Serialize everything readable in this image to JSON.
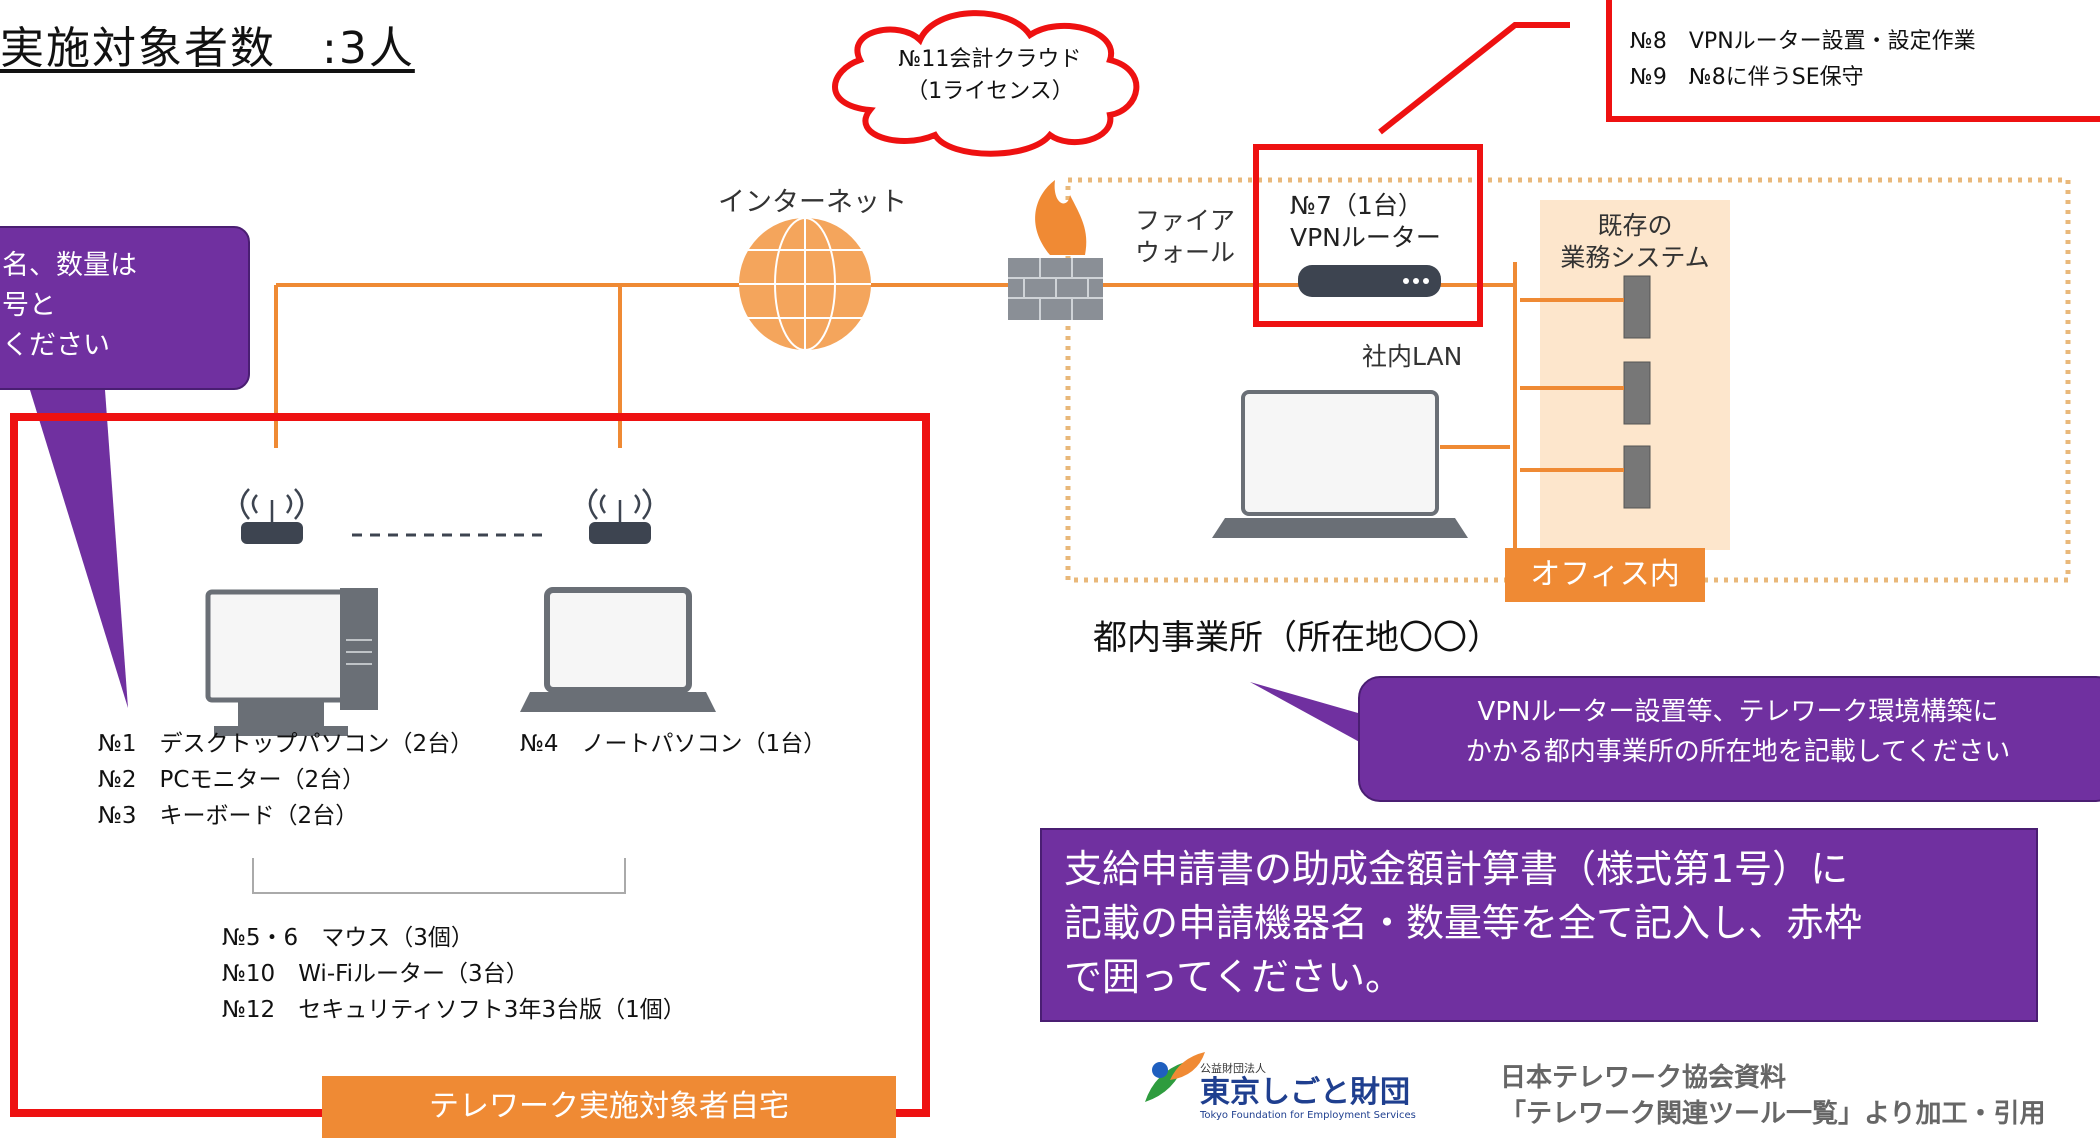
{
  "title": "実施対象者数　:3人",
  "cloud": {
    "line1": "№11会計クラウド",
    "line2": "（1ライセンス）"
  },
  "internet_label": "インターネット",
  "firewall_label": [
    "ファイア",
    "ウォール"
  ],
  "vpn_label": [
    "№7（1台）",
    "VPNルーター"
  ],
  "lan_label": "社内LAN",
  "business_system_label": [
    "既存の",
    "業務システム"
  ],
  "office_tag": "オフィス内",
  "office_location": "都内事業所（所在地〇〇）",
  "vpn_work_box": [
    "№8　VPNルーター設置・設定作業",
    "№9　№8に伴うSE保守"
  ],
  "left_callout": [
    "名、数量は",
    "号と",
    "ください"
  ],
  "home_items_left": [
    "№1　デスクトップパソコン（2台）",
    "№2　PCモニター（2台）",
    "№3　キーボード（2台）"
  ],
  "home_items_right": "№4　ノートパソコン（1台）",
  "home_items_bottom": [
    "№5・6　マウス（3個）",
    "№10　Wi-Fiルーター（3台）",
    "№12　セキュリティソフト3年3台版（1個）"
  ],
  "home_tag": "テレワーク実施対象者自宅",
  "office_callout": [
    "VPNルーター設置等、テレワーク環境構築に",
    "かかる都内事業所の所在地を記載してください"
  ],
  "big_note": [
    "支給申請書の助成金額計算書（様式第1号）に",
    "記載の申請機器名・数量等を全て記入し、赤枠",
    "で囲ってください。"
  ],
  "logo": {
    "small": "公益財団法人",
    "name": "東京しごと財団",
    "english": "Tokyo Foundation for Employment Services"
  },
  "source": [
    "日本テレワーク協会資料",
    "「テレワーク関連ツール一覧」より加工・引用"
  ],
  "colors": {
    "red": "#ee1111",
    "purple": "#7030a0",
    "orange": "#ef8a34",
    "cream": "#fde6cc"
  }
}
